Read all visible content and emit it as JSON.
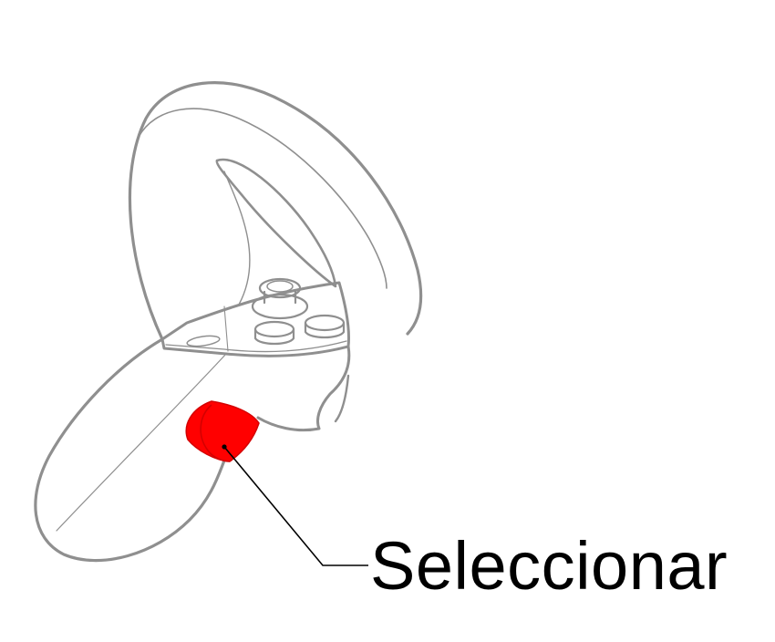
{
  "diagram": {
    "subject": "controller-outline",
    "highlighted_part": "grip-button",
    "callout": {
      "label": "Seleccionar"
    }
  },
  "colors": {
    "background": "#ffffff",
    "outline": "#8f8f8f",
    "highlight": "#ff0000",
    "highlight_shade": "#d40000",
    "leader_line": "#000000",
    "label": "#000000"
  }
}
